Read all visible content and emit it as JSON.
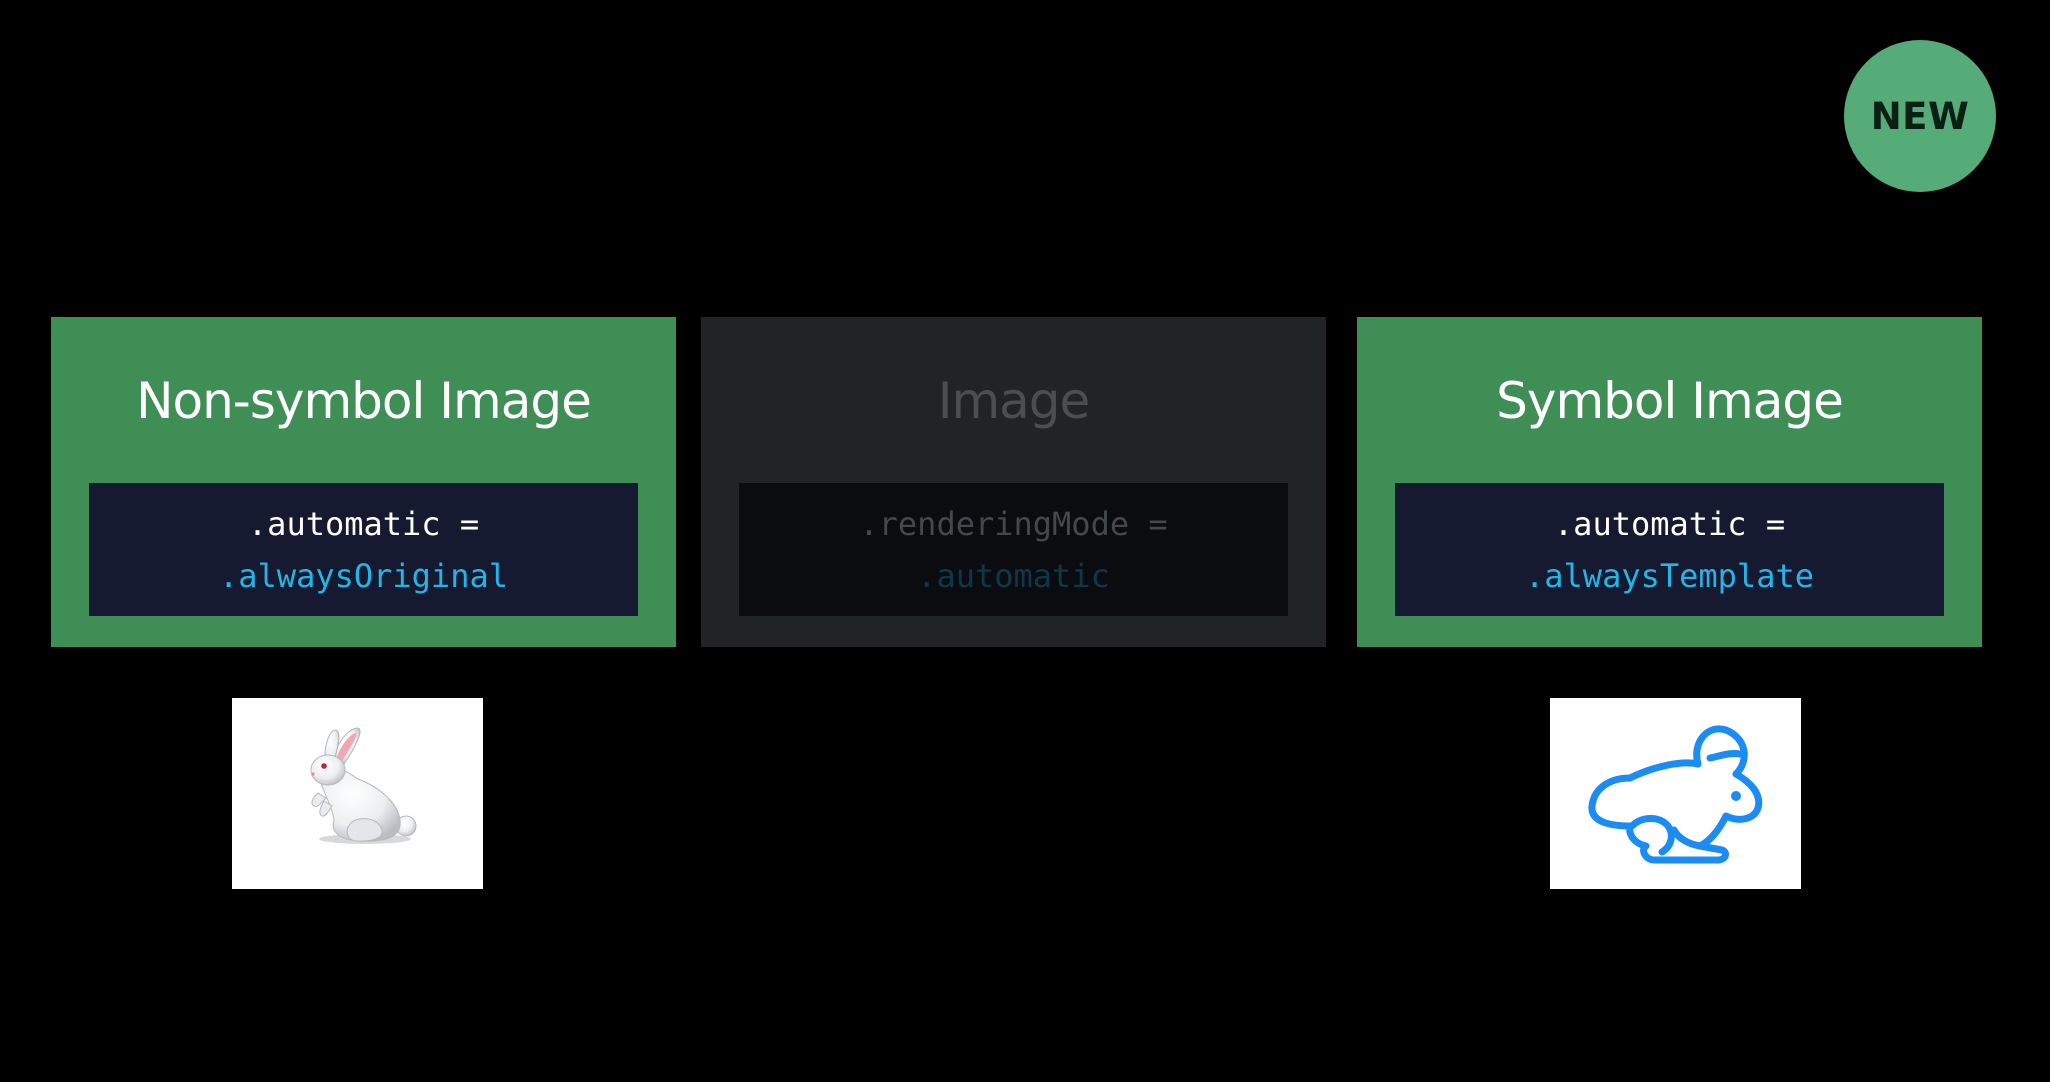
{
  "badge": {
    "label": "NEW",
    "color": "#55ac78"
  },
  "panels": [
    {
      "title": "Non-symbol Image",
      "code_line1": ".automatic =",
      "code_line2": ".alwaysOriginal",
      "background": "#3e8e55"
    },
    {
      "title": "Image",
      "code_line1": ".renderingMode =",
      "code_line2": ".automatic",
      "background": "#212427"
    },
    {
      "title": "Symbol Image",
      "code_line1": ".automatic =",
      "code_line2": ".alwaysTemplate",
      "background": "#3e8e55"
    }
  ],
  "images": {
    "left": {
      "icon": "rabbit-emoji-icon"
    },
    "right": {
      "icon": "rabbit-symbol-icon",
      "color": "#1a8cf4"
    }
  }
}
